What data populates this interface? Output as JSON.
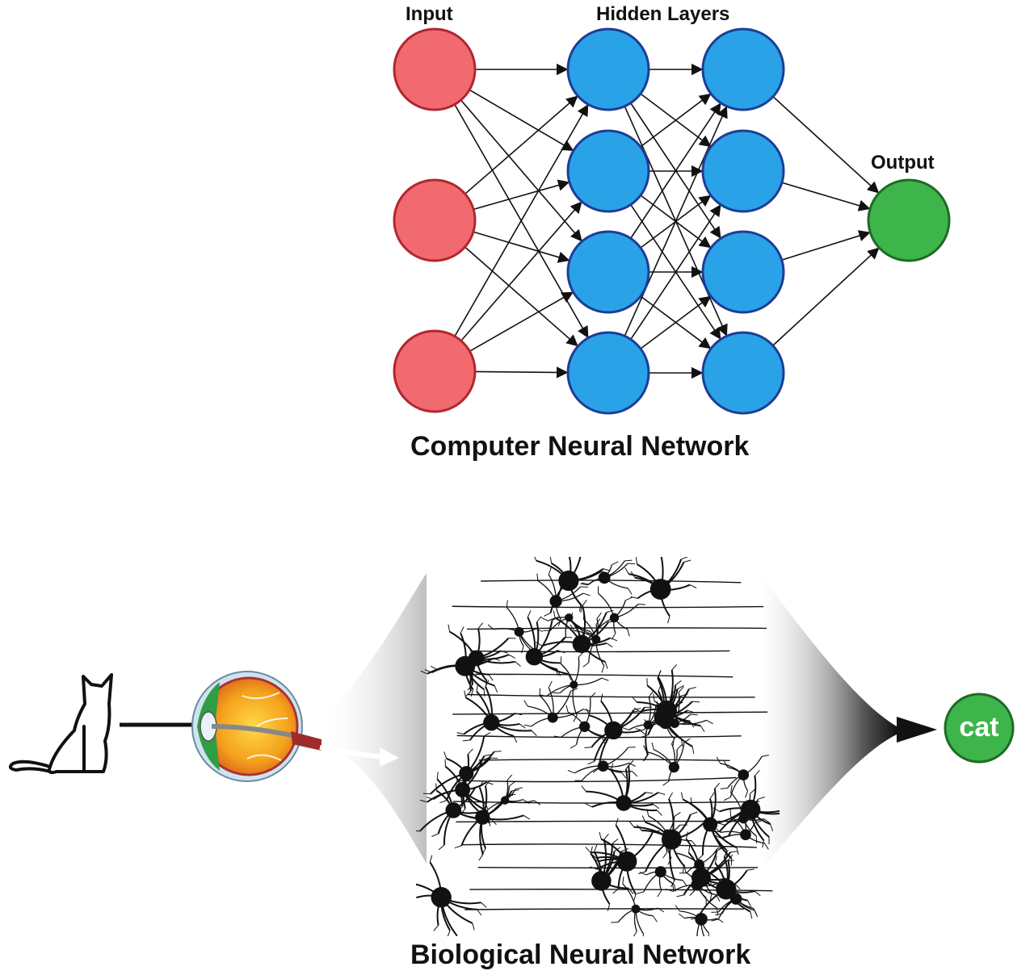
{
  "top_diagram": {
    "caption": "Computer Neural Network",
    "layer_labels": {
      "input": "Input",
      "hidden": "Hidden Layers",
      "output": "Output"
    },
    "layers": [
      {
        "name": "input",
        "nodes": 3,
        "color": "#f06a6f",
        "stroke": "#b3262f"
      },
      {
        "name": "hidden-1",
        "nodes": 4,
        "color": "#2aa2e8",
        "stroke": "#1d3d95"
      },
      {
        "name": "hidden-2",
        "nodes": 4,
        "color": "#2aa2e8",
        "stroke": "#1d3d95"
      },
      {
        "name": "output",
        "nodes": 1,
        "color": "#3db54a",
        "stroke": "#1e6b26"
      }
    ],
    "connectivity": "fully-connected"
  },
  "bottom_diagram": {
    "caption": "Biological Neural Network",
    "output_label": "cat",
    "output_color": "#3db54a",
    "stages": [
      "cat-icon",
      "eye-icon",
      "neuron-network",
      "output-node"
    ]
  },
  "colors": {
    "arrow": "#111111",
    "text": "#111111"
  }
}
